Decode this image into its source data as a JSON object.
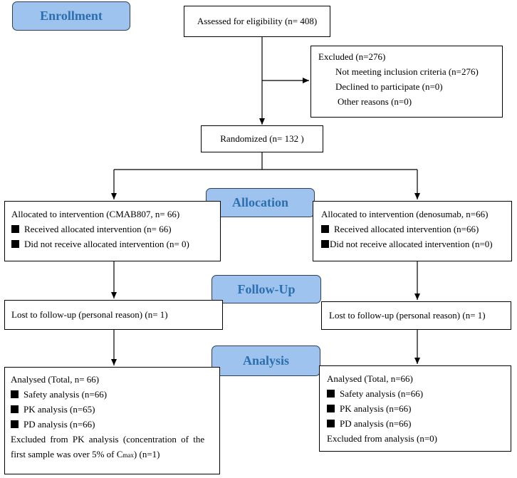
{
  "stages": {
    "enrollment": "Enrollment",
    "allocation": "Allocation",
    "follow_up": "Follow-Up",
    "analysis": "Analysis"
  },
  "assessed": "Assessed for eligibility (n= 408)",
  "excluded": {
    "title": "Excluded (n=276)",
    "items": [
      "Not meeting inclusion criteria (n=276)",
      "Declined to participate (n=0)",
      "Other reasons (n=0)"
    ]
  },
  "randomized": "Randomized (n= 132 )",
  "left_arm": {
    "allocation_title": "Allocated to intervention (CMAB807, n= 66)",
    "allocation_items": [
      "Received allocated intervention (n= 66)",
      "Did not receive allocated intervention (n= 0)"
    ],
    "follow_up": "Lost to follow-up (personal reason) (n= 1)",
    "analysis_title": "Analysed (Total, n= 66)",
    "analysis_items": [
      "Safety analysis (n=66)",
      "PK analysis (n=65)",
      "PD analysis (n=66)"
    ],
    "excluded_line1": "Excluded from PK analysis (concentration of the",
    "excluded_line2_a": "first sample was over 5% of C",
    "excluded_line2_sub": "max",
    "excluded_line2_b": ") (n=1)"
  },
  "right_arm": {
    "allocation_title": "Allocated to intervention (denosumab, n=66)",
    "allocation_items": [
      "Received allocated intervention (n=66)",
      "Did not receive allocated intervention (n=0)"
    ],
    "follow_up": "Lost to follow-up (personal reason) (n= 1)",
    "analysis_title": "Analysed (Total, n=66)",
    "analysis_items": [
      "Safety analysis (n=66)",
      "PK analysis (n=66)",
      "PD analysis (n=66)"
    ],
    "excluded": "Excluded from analysis (n=0)"
  }
}
